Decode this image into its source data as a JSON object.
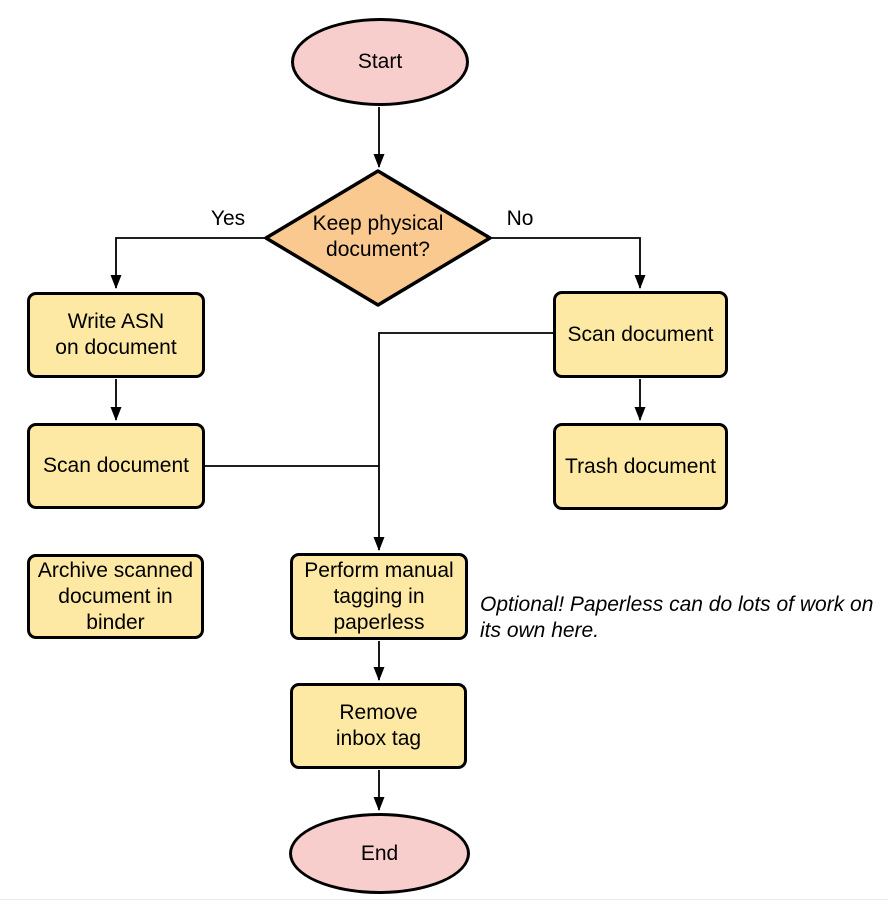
{
  "diagram": {
    "type": "flowchart",
    "background": "#ffffff",
    "colors": {
      "terminator_fill": "#f8cecc",
      "decision_fill": "#f9c98f",
      "process_fill": "#fde9a3",
      "stroke": "#000000",
      "text": "#000000",
      "bottom_hairline": "#ebebee"
    },
    "nodes": {
      "start": {
        "shape": "ellipse",
        "label": "Start"
      },
      "decision": {
        "shape": "diamond",
        "label": "Keep physical\ndocument?"
      },
      "write_asn": {
        "shape": "rounded-rect",
        "label": "Write ASN\non document"
      },
      "scan_left": {
        "shape": "rounded-rect",
        "label": "Scan document"
      },
      "archive": {
        "shape": "rounded-rect",
        "label": "Archive scanned\ndocument in\nbinder"
      },
      "scan_right": {
        "shape": "rounded-rect",
        "label": "Scan document"
      },
      "trash": {
        "shape": "rounded-rect",
        "label": "Trash document"
      },
      "tagging": {
        "shape": "rounded-rect",
        "label": "Perform manual\ntagging in\npaperless"
      },
      "remove_inbox": {
        "shape": "rounded-rect",
        "label": "Remove\ninbox tag"
      },
      "end": {
        "shape": "ellipse",
        "label": "End"
      }
    },
    "edge_labels": {
      "yes": "Yes",
      "no": "No"
    },
    "edges": [
      {
        "from": "start",
        "to": "decision"
      },
      {
        "from": "decision",
        "to": "write_asn",
        "label": "Yes"
      },
      {
        "from": "decision",
        "to": "scan_right",
        "label": "No"
      },
      {
        "from": "write_asn",
        "to": "scan_left"
      },
      {
        "from": "scan_left",
        "to": "tagging"
      },
      {
        "from": "scan_right",
        "to": "trash"
      },
      {
        "from": "scan_right",
        "to": "tagging"
      },
      {
        "from": "tagging",
        "to": "remove_inbox"
      },
      {
        "from": "remove_inbox",
        "to": "end"
      }
    ],
    "annotation": "Optional! Paperless can do lots of work on\nits own here."
  }
}
